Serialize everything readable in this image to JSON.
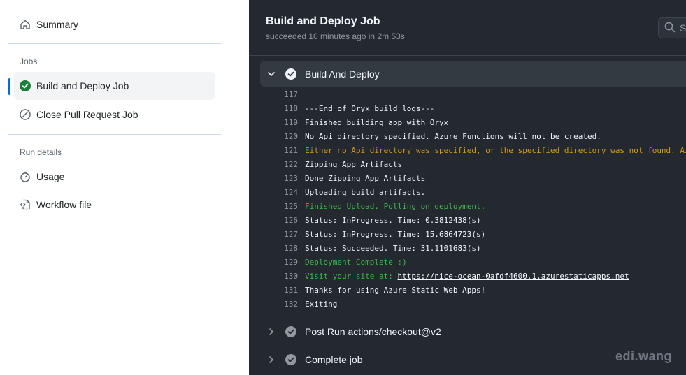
{
  "sidebar": {
    "summary_label": "Summary",
    "jobs_title": "Jobs",
    "jobs": [
      {
        "label": "Build and Deploy Job",
        "status": "success"
      },
      {
        "label": "Close Pull Request Job",
        "status": "skipped"
      }
    ],
    "run_details_title": "Run details",
    "details": [
      {
        "label": "Usage",
        "icon": "stopwatch-icon"
      },
      {
        "label": "Workflow file",
        "icon": "file-code-icon"
      }
    ]
  },
  "header": {
    "title": "Build and Deploy Job",
    "subtitle": "succeeded 10 minutes ago in 2m 53s",
    "search_placeholder": "S"
  },
  "steps": {
    "expanded": {
      "label": "Build And Deploy"
    },
    "collapsed": [
      {
        "label": "Post Run actions/checkout@v2"
      },
      {
        "label": "Complete job"
      }
    ]
  },
  "log": [
    {
      "n": "117",
      "text": "",
      "kind": "normal"
    },
    {
      "n": "118",
      "text": "---End of Oryx build logs---",
      "kind": "normal"
    },
    {
      "n": "119",
      "text": "Finished building app with Oryx",
      "kind": "normal"
    },
    {
      "n": "120",
      "text": "No Api directory specified. Azure Functions will not be created.",
      "kind": "normal"
    },
    {
      "n": "121",
      "text": "Either no Api directory was specified, or the specified directory was not found. Az",
      "kind": "warn"
    },
    {
      "n": "122",
      "text": "Zipping App Artifacts",
      "kind": "normal"
    },
    {
      "n": "123",
      "text": "Done Zipping App Artifacts",
      "kind": "normal"
    },
    {
      "n": "124",
      "text": "Uploading build artifacts.",
      "kind": "normal"
    },
    {
      "n": "125",
      "text": "Finished Upload. Polling on deployment.",
      "kind": "green"
    },
    {
      "n": "126",
      "text": "Status: InProgress. Time: 0.3812438(s)",
      "kind": "normal"
    },
    {
      "n": "127",
      "text": "Status: InProgress. Time: 15.6864723(s)",
      "kind": "normal"
    },
    {
      "n": "128",
      "text": "Status: Succeeded. Time: 31.1101683(s)",
      "kind": "normal"
    },
    {
      "n": "129",
      "text": "Deployment Complete :)",
      "kind": "green"
    },
    {
      "n": "130",
      "text": "Visit your site at: ",
      "link": "https://nice-ocean-0afdf4600.1.azurestaticapps.net",
      "kind": "green"
    },
    {
      "n": "131",
      "text": "Thanks for using Azure Static Web Apps!",
      "kind": "normal"
    },
    {
      "n": "132",
      "text": "Exiting",
      "kind": "normal"
    }
  ],
  "watermark": "edi.wang",
  "colors": {
    "accent": "#0969da",
    "success": "#1a7f37",
    "panel_bg": "#24292f",
    "warn": "#d29922",
    "green_text": "#3fb950"
  }
}
